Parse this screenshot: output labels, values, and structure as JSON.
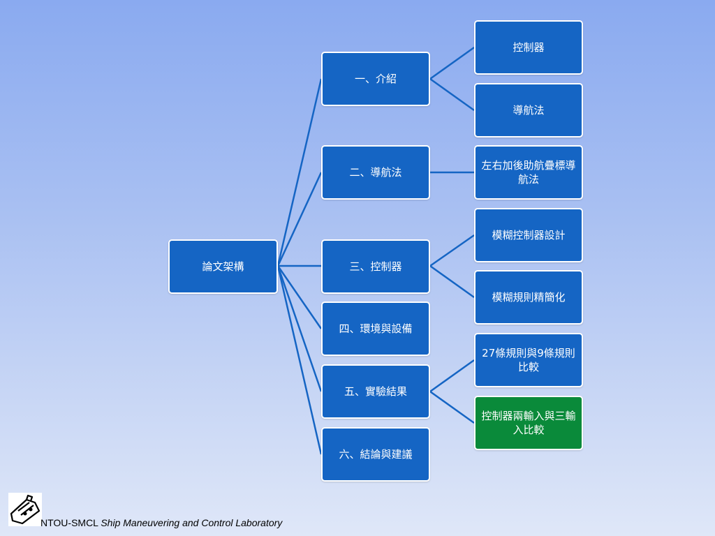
{
  "root": {
    "label": "論文架構"
  },
  "sections": [
    {
      "label": "一、介紹",
      "children": [
        "控制器",
        "導航法"
      ]
    },
    {
      "label": "二、導航法",
      "children": [
        "左右加後助航疊標導航法"
      ]
    },
    {
      "label": "三、控制器",
      "children": [
        "模糊控制器設計",
        "模糊規則精簡化"
      ]
    },
    {
      "label": "四、環境與設備",
      "children": []
    },
    {
      "label": "五、實驗結果",
      "children": [
        "27條規則與9條規則比較",
        "控制器兩輸入與三輸入比較"
      ]
    },
    {
      "label": "六、結論與建議",
      "children": []
    }
  ],
  "footer": {
    "org": "NTOU-SMCL",
    "lab": "Ship Maneuvering and Control Laboratory"
  },
  "colors": {
    "node": "#1565c4",
    "highlight": "#0a8a3a",
    "line": "#1565c4"
  },
  "logo": "ship-icon"
}
